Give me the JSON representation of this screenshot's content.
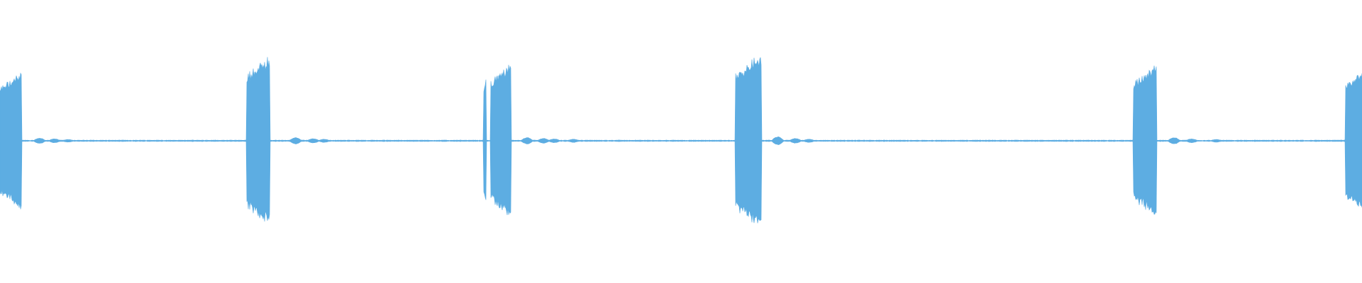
{
  "waveform": {
    "color": "#5dade2",
    "background": "#ffffff",
    "bursts": [
      {
        "start": 0.0,
        "end": 0.016,
        "amp": 0.5
      },
      {
        "start": 0.181,
        "end": 0.198,
        "amp": 0.62
      },
      {
        "start": 0.355,
        "end": 0.357,
        "amp": 0.48
      },
      {
        "start": 0.36,
        "end": 0.375,
        "amp": 0.56
      },
      {
        "start": 0.54,
        "end": 0.559,
        "amp": 0.63
      },
      {
        "start": 0.832,
        "end": 0.849,
        "amp": 0.55
      },
      {
        "start": 0.988,
        "end": 1.0,
        "amp": 0.52
      }
    ],
    "echo_ripples": [
      {
        "pos": 0.029,
        "amp": 0.02
      },
      {
        "pos": 0.04,
        "amp": 0.015
      },
      {
        "pos": 0.05,
        "amp": 0.01
      },
      {
        "pos": 0.217,
        "amp": 0.024
      },
      {
        "pos": 0.23,
        "amp": 0.016
      },
      {
        "pos": 0.238,
        "amp": 0.012
      },
      {
        "pos": 0.387,
        "amp": 0.024
      },
      {
        "pos": 0.399,
        "amp": 0.018
      },
      {
        "pos": 0.407,
        "amp": 0.014
      },
      {
        "pos": 0.421,
        "amp": 0.012
      },
      {
        "pos": 0.571,
        "amp": 0.03
      },
      {
        "pos": 0.584,
        "amp": 0.018
      },
      {
        "pos": 0.594,
        "amp": 0.012
      },
      {
        "pos": 0.862,
        "amp": 0.024
      },
      {
        "pos": 0.875,
        "amp": 0.014
      },
      {
        "pos": 0.893,
        "amp": 0.01
      }
    ],
    "baseline_noise": 0.004
  }
}
